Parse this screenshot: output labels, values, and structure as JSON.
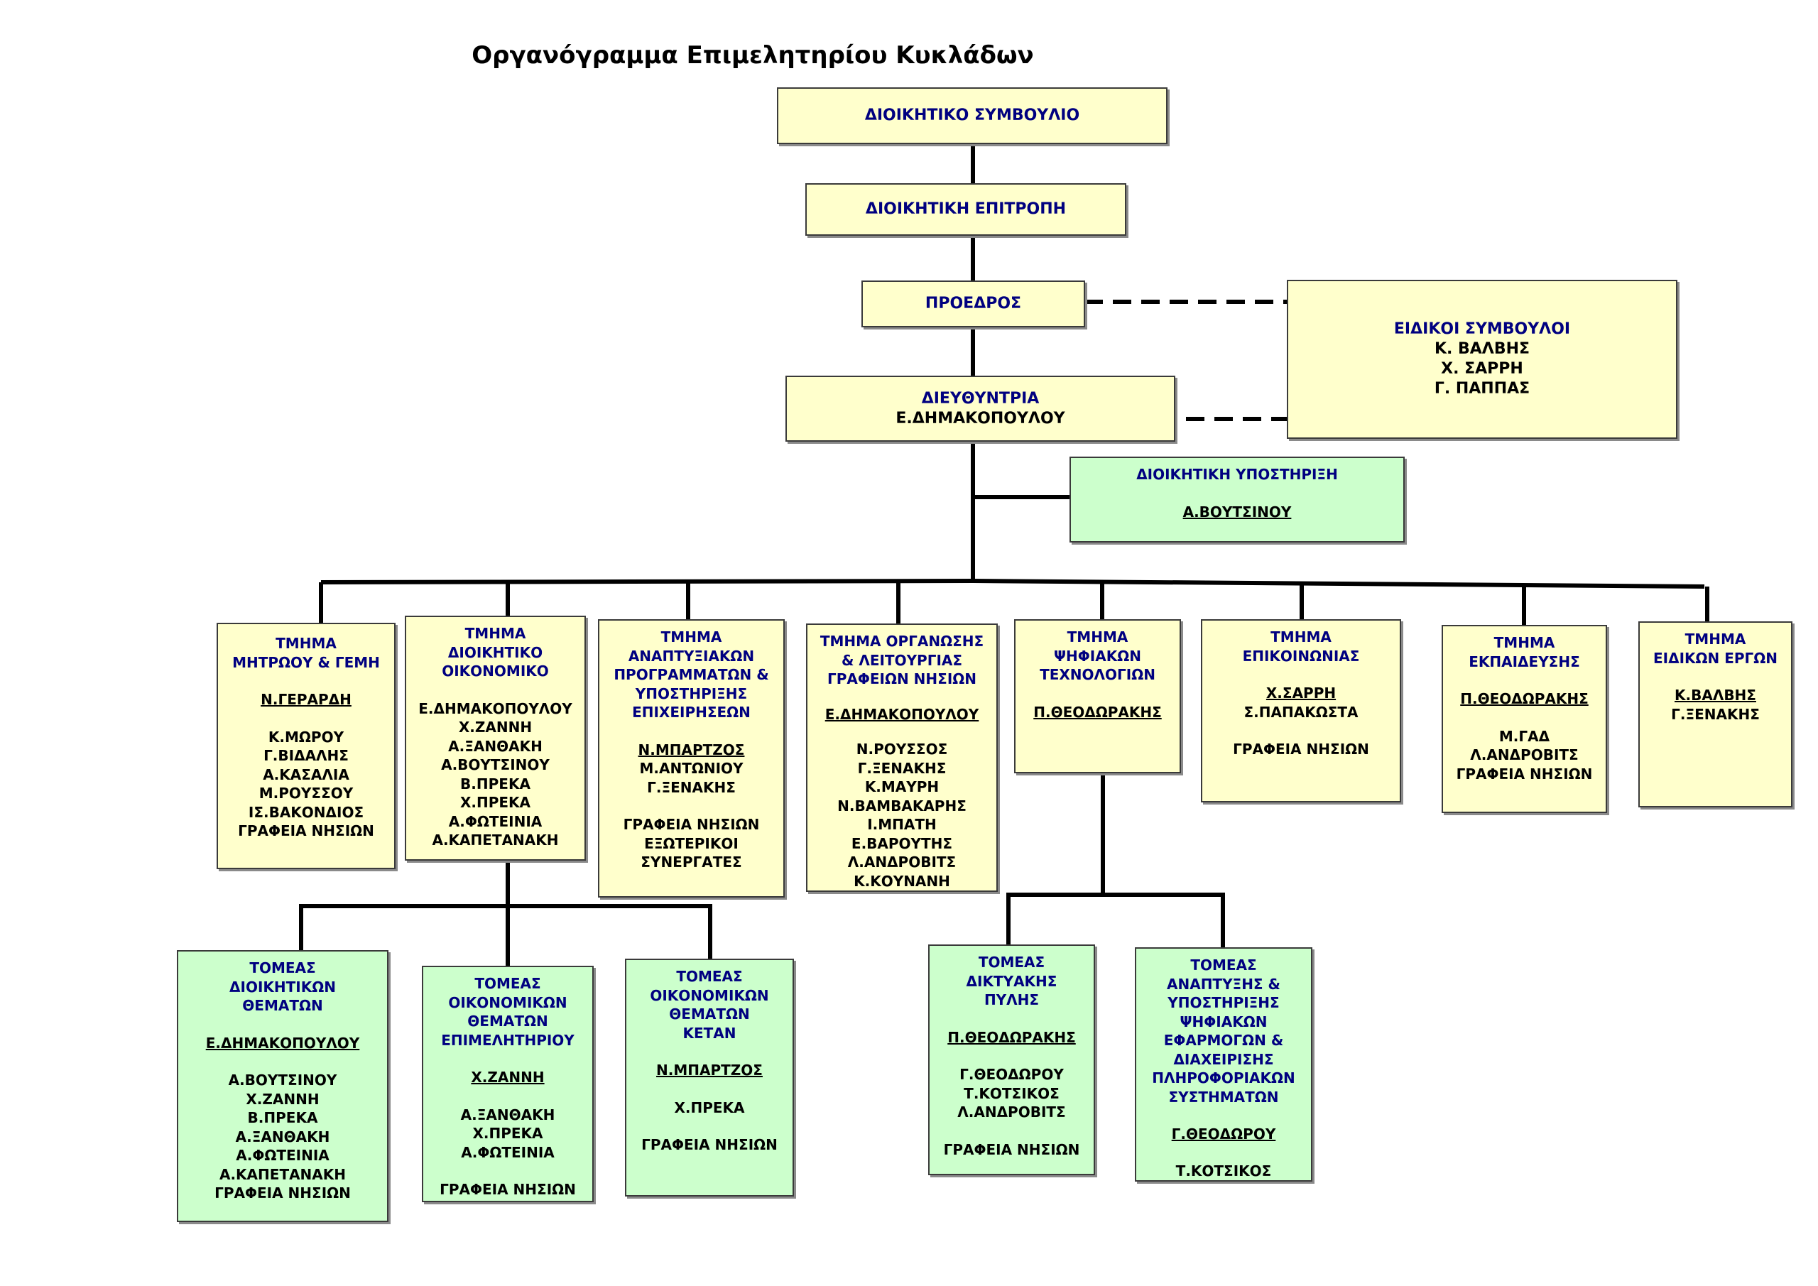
{
  "title": "Οργανόγραμμα Επιμελητηρίου Κυκλάδων",
  "colors": {
    "yellow_box": "#ffffcc",
    "green_box": "#ccffcc",
    "heading_text": "#000080"
  },
  "board": {
    "title": "ΔΙΟΙΚΗΤΙΚΟ ΣΥΜΒΟΥΛΙΟ"
  },
  "executive_committee": {
    "title": "ΔΙΟΙΚΗΤΙΚΗ ΕΠΙΤΡΟΠΗ"
  },
  "president": {
    "title": "ΠΡΟΕΔΡΟΣ"
  },
  "director": {
    "title": "ΔΙΕΥΘΥΝΤΡΙΑ",
    "name": "Ε.ΔΗΜΑΚΟΠΟΥΛΟΥ"
  },
  "advisors": {
    "title": "ΕΙΔΙΚΟΙ ΣΥΜΒΟΥΛΟΙ",
    "members": [
      "Κ. ΒΑΛΒΗΣ",
      "Χ. ΣΑΡΡΗ",
      "Γ. ΠΑΠΠΑΣ"
    ]
  },
  "admin_support": {
    "title": "ΔΙΟΙΚΗΤΙΚΗ ΥΠΟΣΤΗΡΙΞΗ",
    "head": "Α.ΒΟΥΤΣΙΝΟΥ"
  },
  "departments": [
    {
      "title": [
        "ΤΜΗΜΑ",
        "ΜΗΤΡΩΟΥ & ΓΕΜΗ"
      ],
      "head": "Ν.ΓΕΡΑΡΔΗ",
      "members": [
        "Κ.ΜΩΡΟΥ",
        "Γ.ΒΙΔΑΛΗΣ",
        "Α.ΚΑΣΑΛΙΑ",
        "Μ.ΡΟΥΣΣΟΥ",
        "ΙΣ.ΒΑΚΟΝΔΙΟΣ",
        "ΓΡΑΦΕΙΑ ΝΗΣΙΩΝ"
      ]
    },
    {
      "title": [
        "ΤΜΗΜΑ",
        "ΔΙΟΙΚΗΤΙΚΟ",
        "ΟΙΚΟΝΟΜΙΚΟ"
      ],
      "members": [
        "Ε.ΔΗΜΑΚΟΠΟΥΛΟΥ",
        "Χ.ΖΑΝΝΗ",
        "Α.ΞΑΝΘΑΚΗ",
        "Α.ΒΟΥΤΣΙΝΟΥ",
        "Β.ΠΡΕΚΑ",
        "Χ.ΠΡΕΚΑ",
        "Α.ΦΩΤΕΙΝΙΑ",
        "Α.ΚΑΠΕΤΑΝΑΚΗ"
      ]
    },
    {
      "title": [
        "ΤΜΗΜΑ",
        "ΑΝΑΠΤΥΞΙΑΚΩΝ",
        "ΠΡΟΓΡΑΜΜΑΤΩΝ &",
        "ΥΠΟΣΤΗΡΙΞΗΣ",
        "ΕΠΙΧΕΙΡΗΣΕΩΝ"
      ],
      "head": "Ν.ΜΠΑΡΤΖΟΣ",
      "members": [
        "Μ.ΑΝΤΩΝΙΟΥ",
        "Γ.ΞΕΝΑΚΗΣ"
      ],
      "extra": [
        "ΓΡΑΦΕΙΑ ΝΗΣΙΩΝ",
        "ΕΞΩΤΕΡΙΚΟΙ",
        "ΣΥΝΕΡΓΑΤΕΣ"
      ]
    },
    {
      "title": [
        "ΤΜΗΜΑ ΟΡΓΑΝΩΣΗΣ",
        "& ΛΕΙΤΟΥΡΓΙΑΣ",
        "ΓΡΑΦΕΙΩΝ ΝΗΣΙΩΝ"
      ],
      "head": "Ε.ΔΗΜΑΚΟΠΟΥΛΟΥ",
      "members": [
        "Ν.ΡΟΥΣΣΟΣ",
        "Γ.ΞΕΝΑΚΗΣ",
        "Κ.ΜΑΥΡΗ",
        "Ν.ΒΑΜΒΑΚΑΡΗΣ",
        "Ι.ΜΠΑΤΗ",
        "Ε.ΒΑΡΟΥΤΗΣ",
        "Λ.ΑΝΔΡΟΒΙΤΣ",
        "Κ.ΚΟΥΝΑΝΗ"
      ]
    },
    {
      "title": [
        "ΤΜΗΜΑ",
        "ΨΗΦΙΑΚΩΝ",
        "ΤΕΧΝΟΛΟΓΙΩΝ"
      ],
      "head": "Π.ΘΕΟΔΩΡΑΚΗΣ"
    },
    {
      "title": [
        "ΤΜΗΜΑ",
        "ΕΠΙΚΟΙΝΩΝΙΑΣ"
      ],
      "head": "Χ.ΣΑΡΡΗ",
      "members": [
        "Σ.ΠΑΠΑΚΩΣΤΑ"
      ],
      "extra": [
        "ΓΡΑΦΕΙΑ ΝΗΣΙΩΝ"
      ]
    },
    {
      "title": [
        "ΤΜΗΜΑ",
        "ΕΚΠΑΙΔΕΥΣΗΣ"
      ],
      "head": "Π.ΘΕΟΔΩΡΑΚΗΣ",
      "members": [
        "Μ.ΓΑΔ",
        "Λ.ΑΝΔΡΟΒΙΤΣ",
        "ΓΡΑΦΕΙΑ ΝΗΣΙΩΝ"
      ]
    },
    {
      "title": [
        "ΤΜΗΜΑ",
        "ΕΙΔΙΚΩΝ ΕΡΓΩΝ"
      ],
      "head": "Κ.ΒΑΛΒΗΣ",
      "members": [
        "Γ.ΞΕΝΑΚΗΣ"
      ]
    }
  ],
  "sectors": [
    {
      "title": [
        "ΤΟΜΕΑΣ",
        "ΔΙΟΙΚΗΤΙΚΩΝ",
        "ΘΕΜΑΤΩΝ"
      ],
      "head": "Ε.ΔΗΜΑΚΟΠΟΥΛΟΥ",
      "members": [
        "Α.ΒΟΥΤΣΙΝΟΥ",
        "Χ.ΖΑΝΝΗ",
        "Β.ΠΡΕΚΑ",
        "Α.ΞΑΝΘΑΚΗ",
        "Α.ΦΩΤΕΙΝΙΑ",
        "Α.ΚΑΠΕΤΑΝΑΚΗ",
        "ΓΡΑΦΕΙΑ ΝΗΣΙΩΝ"
      ]
    },
    {
      "title": [
        "ΤΟΜΕΑΣ",
        "ΟΙΚΟΝΟΜΙΚΩΝ",
        "ΘΕΜΑΤΩΝ",
        "ΕΠΙΜΕΛΗΤΗΡΙΟΥ"
      ],
      "head": "Χ.ΖΑΝΝΗ",
      "members": [
        "Α.ΞΑΝΘΑΚΗ",
        "Χ.ΠΡΕΚΑ",
        "Α.ΦΩΤΕΙΝΙΑ"
      ],
      "extra": [
        "ΓΡΑΦΕΙΑ ΝΗΣΙΩΝ"
      ]
    },
    {
      "title": [
        "ΤΟΜΕΑΣ",
        "ΟΙΚΟΝΟΜΙΚΩΝ",
        "ΘΕΜΑΤΩΝ",
        "ΚΕΤΑΝ"
      ],
      "head": "Ν.ΜΠΑΡΤΖΟΣ",
      "members": [
        "Χ.ΠΡΕΚΑ"
      ],
      "extra": [
        "ΓΡΑΦΕΙΑ ΝΗΣΙΩΝ"
      ]
    },
    {
      "title": [
        "ΤΟΜΕΑΣ",
        "ΔΙΚΤΥΑΚΗΣ",
        "ΠΥΛΗΣ"
      ],
      "head": "Π.ΘΕΟΔΩΡΑΚΗΣ",
      "members": [
        "Γ.ΘΕΟΔΩΡΟΥ",
        "Τ.ΚΟΤΣΙΚΟΣ",
        "Λ.ΑΝΔΡΟΒΙΤΣ"
      ],
      "extra": [
        "ΓΡΑΦΕΙΑ ΝΗΣΙΩΝ"
      ]
    },
    {
      "title": [
        "ΤΟΜΕΑΣ",
        "ΑΝΑΠΤΥΞΗΣ &",
        "ΥΠΟΣΤΗΡΙΞΗΣ",
        "ΨΗΦΙΑΚΩΝ",
        "ΕΦΑΡΜΟΓΩΝ &",
        "ΔΙΑΧΕΙΡΙΣΗΣ",
        "ΠΛΗΡΟΦΟΡΙΑΚΩΝ",
        "ΣΥΣΤΗΜΑΤΩΝ"
      ],
      "head": "Γ.ΘΕΟΔΩΡΟΥ",
      "members": [
        "Τ.ΚΟΤΣΙΚΟΣ"
      ]
    }
  ]
}
